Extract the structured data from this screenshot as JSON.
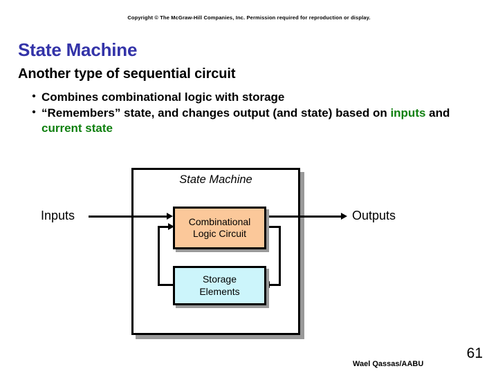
{
  "slide": {
    "copyright": "Copyright © The McGraw-Hill Companies, Inc. Permission required for reproduction or display.",
    "title": "State Machine",
    "subtitle": "Another type of sequential circuit",
    "title_color": "#3333a8",
    "highlight_color": "#108010",
    "bullets": [
      {
        "mark": "•",
        "segments": [
          {
            "text": "Combines combinational logic with storage",
            "highlight": false
          }
        ]
      },
      {
        "mark": "•",
        "segments": [
          {
            "text": "“Remembers” state, and changes output (and state) based on ",
            "highlight": false
          },
          {
            "text": "inputs",
            "highlight": true
          },
          {
            "text": " and ",
            "highlight": false
          },
          {
            "text": "current state",
            "highlight": true
          }
        ]
      }
    ]
  },
  "diagram": {
    "caption": "State Machine",
    "blocks": [
      {
        "id": "combinational",
        "line1": "Combinational",
        "line2": "Logic Circuit",
        "fill": "#fbc89a"
      },
      {
        "id": "storage",
        "line1": "Storage",
        "line2": "Elements",
        "fill": "#ccf5fb"
      }
    ],
    "input_label": "Inputs",
    "output_label": "Outputs"
  },
  "footer": {
    "author": "Wael Qassas/AABU",
    "page_number": "61"
  }
}
